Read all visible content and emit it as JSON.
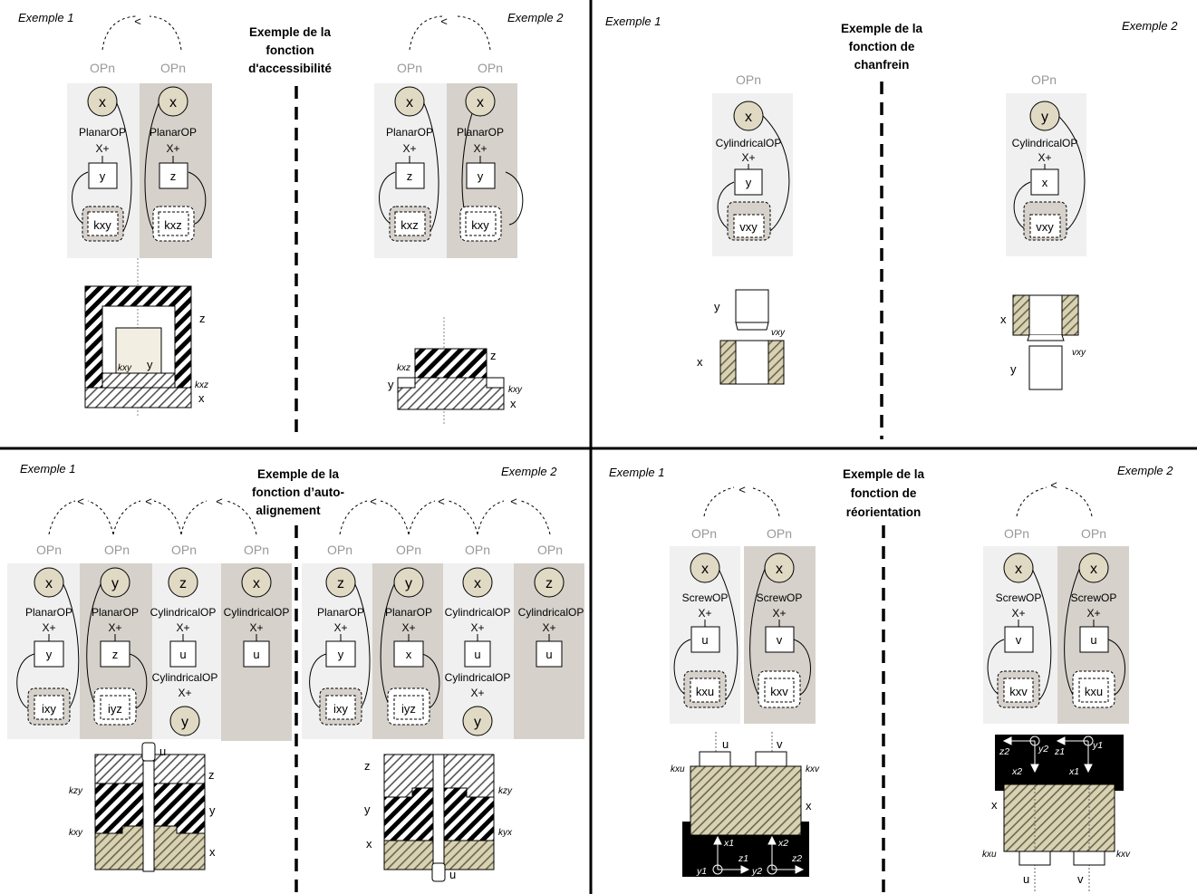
{
  "panels": {
    "accessibility": {
      "title": [
        "Exemple de la",
        "fonction",
        "d'accessibilité"
      ],
      "ex1": "Exemple 1",
      "ex2": "Exemple 2"
    },
    "chamfer": {
      "title": [
        "Exemple de la",
        "fonction de",
        "chanfrein"
      ],
      "ex1": "Exemple 1",
      "ex2": "Exemple 2"
    },
    "self_alignment": {
      "title": [
        "Exemple de la",
        "fonction d’auto-",
        "alignement"
      ],
      "ex1": "Exemple 1",
      "ex2": "Exemple 2"
    },
    "reorientation": {
      "title": [
        "Exemple de la",
        "fonction de",
        "réorientation"
      ],
      "ex1": "Exemple 1",
      "ex2": "Exemple 2"
    }
  },
  "labels": {
    "opn": "OPn",
    "xplus": "X+",
    "lt": "<",
    "planar": "PlanarOP",
    "cyl": "CylindricalOP",
    "screw": "ScrewOP",
    "x": "x",
    "y": "y",
    "z": "z",
    "u": "u",
    "v": "v",
    "kxy": "kxy",
    "kxz": "kxz",
    "vxy": "vxy",
    "ixy": "ixy",
    "iyz": "iyz",
    "kxu": "kxu",
    "kxv": "kxv",
    "kzy": "kzy",
    "kyx": "kyx",
    "x1": "x1",
    "y1": "y1",
    "z1": "z1",
    "x2": "x2",
    "y2": "y2",
    "z2": "z2"
  },
  "colors": {
    "node_fill": "#e0d9c4",
    "panel_light": "#f0f0f0",
    "panel_dark": "#d6d1cb",
    "hatch_tan": "#c8c19c",
    "divider": "#000000"
  }
}
